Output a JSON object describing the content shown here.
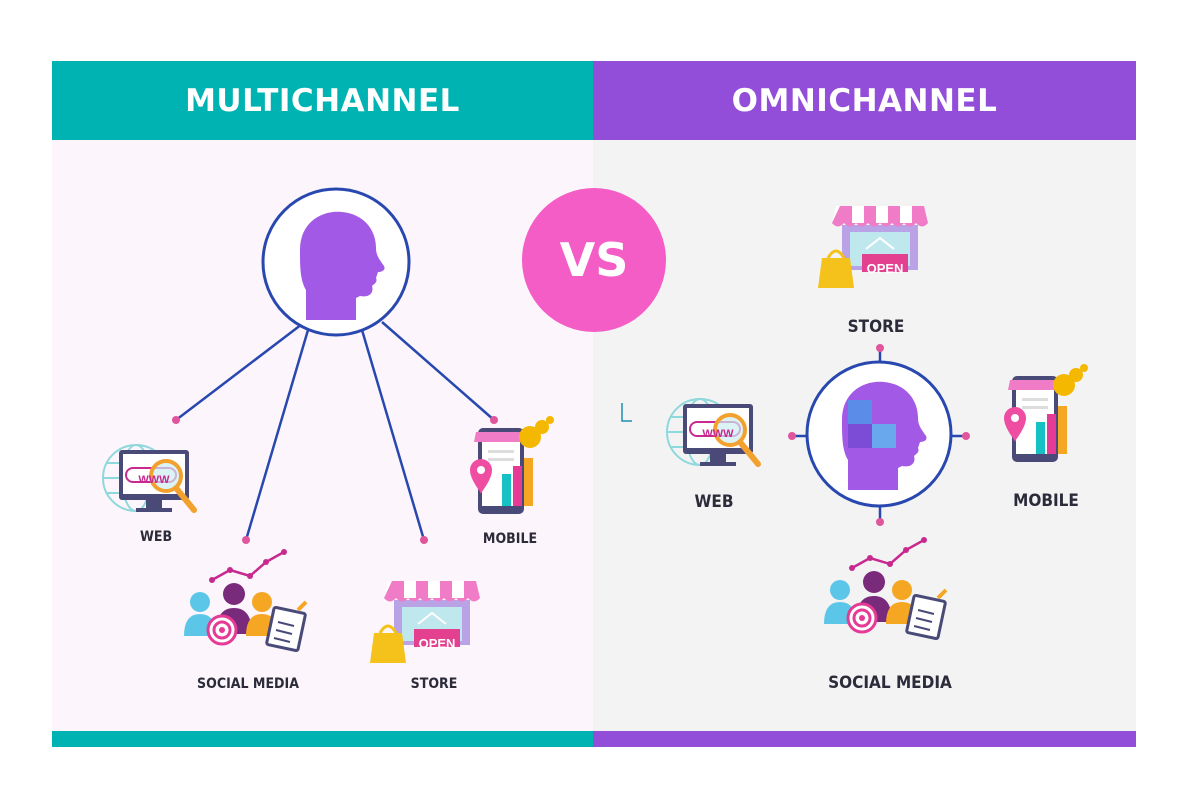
{
  "left": {
    "title": "MULTICHANNEL",
    "labels": {
      "web": "WEB",
      "social": "SOCIAL MEDIA",
      "store": "STORE",
      "mobile": "MOBILE"
    }
  },
  "right": {
    "title": "OMNICHANNEL",
    "labels": {
      "store": "STORE",
      "web": "WEB",
      "mobile": "MOBILE",
      "social": "SOCIAL MEDIA"
    }
  },
  "vs": "VS",
  "signs": {
    "www": "WWW",
    "open": "OPEN"
  },
  "colors": {
    "teal": "#00b3b3",
    "purple": "#924ed8",
    "pink": "#f45cc6",
    "navy": "#2848b0",
    "dot": "#e0559b"
  }
}
